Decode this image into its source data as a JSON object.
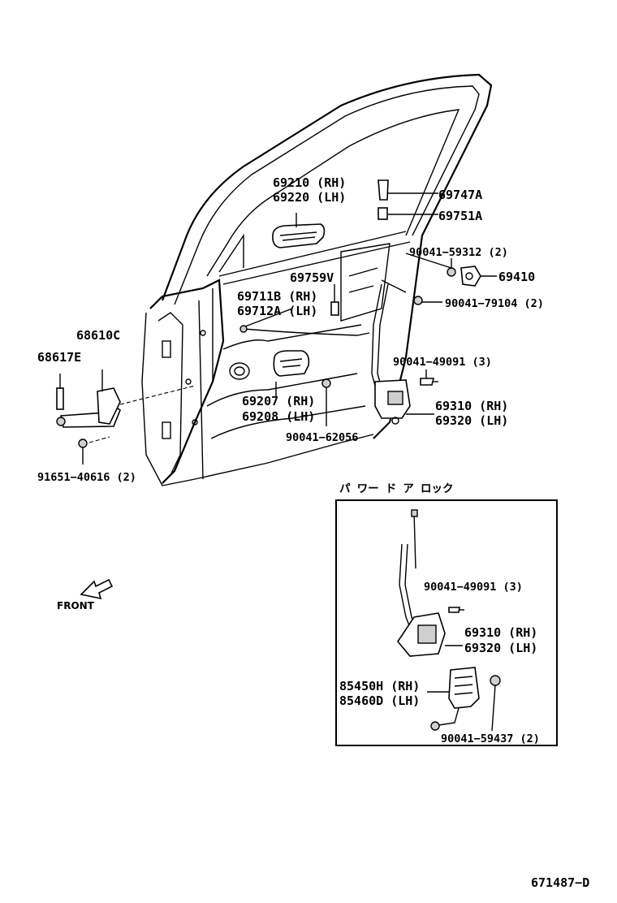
{
  "labels": {
    "p69210": "69210 (RH)",
    "p69220": "69220 (LH)",
    "p69747A": "69747A",
    "p69751A": "69751A",
    "p90041_59312": "90041−59312 (2)",
    "p69410": "69410",
    "p69759V": "69759V",
    "p69711B": "69711B (RH)",
    "p69712A": "69712A (LH)",
    "p90041_79104": "90041−79104 (2)",
    "p68610C": "68610C",
    "p68617E": "68617E",
    "p90041_49091": "90041−49091 (3)",
    "p69310": "69310 (RH)",
    "p69320": "69320 (LH)",
    "p69207": "69207 (RH)",
    "p69208": "69208 (LH)",
    "p90041_62056": "90041−62056",
    "p91651_40616": "91651−40616 (2)",
    "front": "FRONT"
  },
  "inset": {
    "title": "パ ワー ド ア ロック",
    "p90041_49091": "90041−49091 (3)",
    "p69310": "69310 (RH)",
    "p69320": "69320 (LH)",
    "p85450H": "85450H (RH)",
    "p85460D": "85460D (LH)",
    "p90041_59437": "90041−59437 (2)"
  },
  "figure_id": "671487−D"
}
